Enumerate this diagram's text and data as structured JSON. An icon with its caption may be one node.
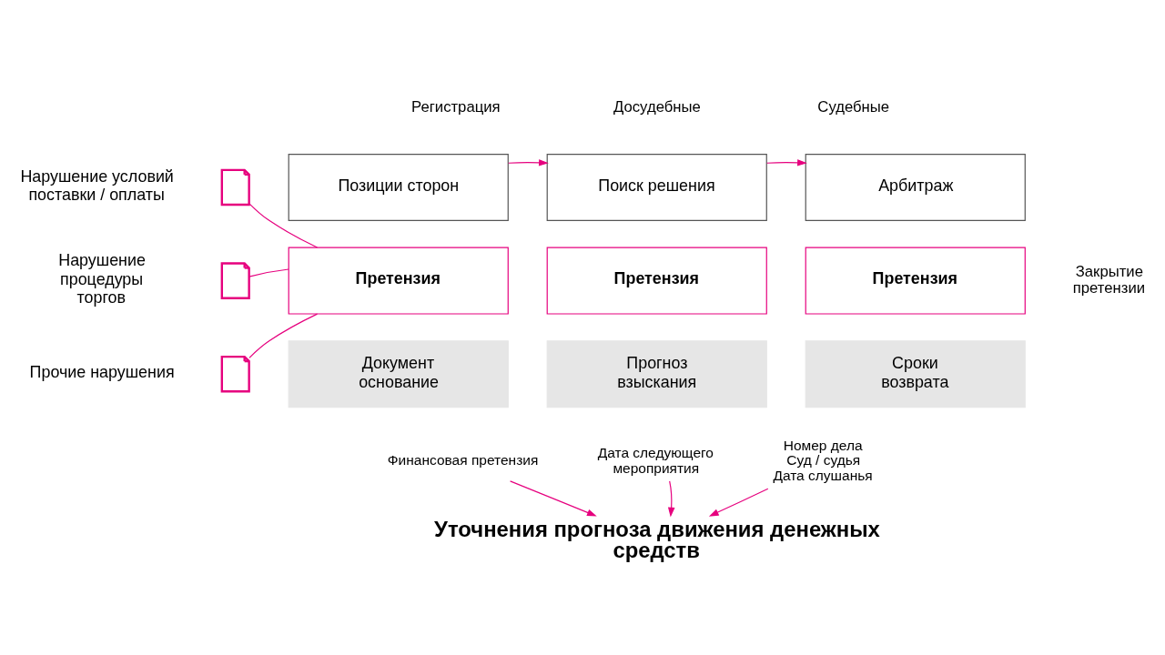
{
  "diagram": {
    "nodes": [
      {
        "text": [
          "Нарушение условий поставки / оплаты"
        ]
      },
      {
        "text": [],
        "shape": "document"
      },
      {
        "text": [
          "Нарушение процедуры торгов"
        ]
      },
      {
        "text": [],
        "shape": "document"
      },
      {
        "text": [
          "Прочие нарушения"
        ]
      },
      {
        "text": [],
        "shape": "document"
      },
      {
        "text": [
          "Позиции сторон"
        ]
      },
      {
        "text": [
          "Поиск решения"
        ]
      },
      {
        "text": [
          "Арбитраж"
        ]
      },
      {
        "text": [
          "Претензия"
        ]
      },
      {
        "text": [
          "Претензия"
        ]
      },
      {
        "text": [
          "Претензия"
        ]
      },
      {
        "text": [
          "Документ основание"
        ]
      },
      {
        "text": [
          "Прогноз взыскания"
        ]
      },
      {
        "text": [
          "Сроки возврата"
        ]
      },
      {
        "text": [
          "Финансовая претензия"
        ]
      },
      {
        "text": [
          "Дата следующего мероприятия"
        ]
      },
      {
        "text": [
          "Номер дела",
          "Суд / судья",
          "Дата слушанья"
        ]
      },
      {
        "text": [
          "Уточнения прогноза движения денежных средств"
        ]
      }
    ],
    "edges": [
      {
        "from": 6,
        "to": 7,
        "arrow": "to"
      },
      {
        "from": 7,
        "to": 8,
        "arrow": "to"
      },
      {
        "from": 1,
        "to": 9,
        "arrow": "none"
      },
      {
        "from": 3,
        "to": 9,
        "arrow": "none"
      },
      {
        "from": 5,
        "to": 9,
        "arrow": "none"
      },
      {
        "from": 15,
        "to": 18,
        "arrow": "to"
      },
      {
        "from": 16,
        "to": 18,
        "arrow": "to"
      },
      {
        "from": 17,
        "to": 18,
        "arrow": "to"
      }
    ],
    "labels": [
      "Регистрация",
      "Досудебные",
      "Судебные",
      "Закрытие претензии"
    ]
  }
}
